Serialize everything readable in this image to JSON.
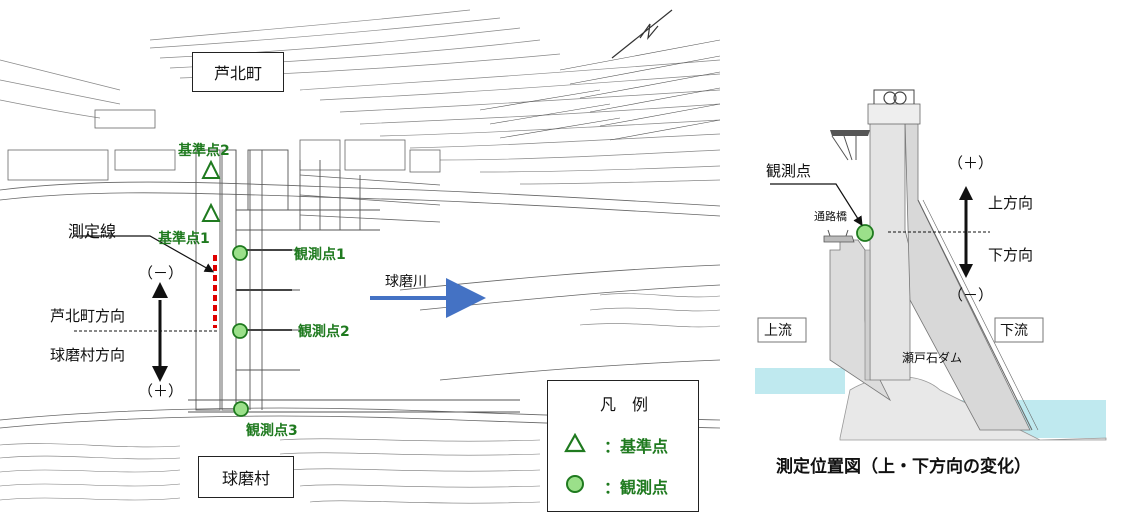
{
  "plan": {
    "town_north": "芦北町",
    "town_south": "球磨村",
    "base_point_2": "基準点2",
    "base_point_1": "基準点1",
    "measure_line": "測定線",
    "obs_1": "観測点1",
    "obs_2": "観測点2",
    "obs_3": "観測点3",
    "minus_label": "（－）",
    "plus_label": "（＋）",
    "dir_ashikita": "芦北町方向",
    "dir_kuma": "球磨村方向",
    "river": "球磨川"
  },
  "legend": {
    "title": "凡　例",
    "base_label": "：基準点",
    "obs_label": "：観測点",
    "base_icon": "green-triangle-icon",
    "obs_icon": "green-circle-icon"
  },
  "section": {
    "obs_point": "観測点",
    "plus_label": "（＋）",
    "minus_label": "（－）",
    "up_dir": "上方向",
    "down_dir": "下方向",
    "bridge": "通路橋",
    "upstream": "上流",
    "downstream": "下流",
    "dam_name": "瀬戸石ダム",
    "caption": "測定位置図（上・下方向の変化）"
  },
  "colors": {
    "green": "#1f7a1f",
    "marker_fill": "#9be08a",
    "river_arrow": "#4472c4",
    "measure_line": "#e00000",
    "water": "#bfe9ef"
  }
}
